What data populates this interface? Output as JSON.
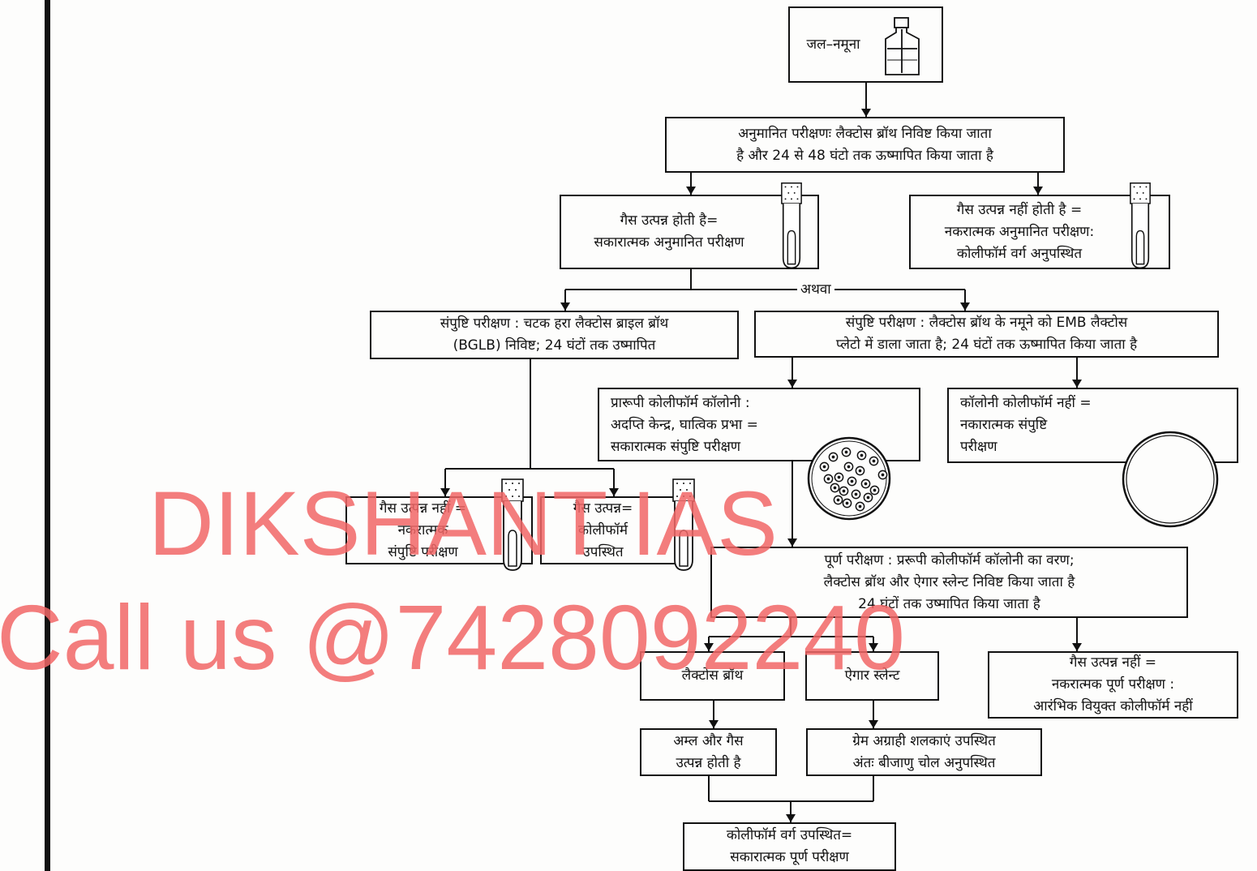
{
  "flowchart": {
    "water_sample": {
      "label": "जल–नमूना"
    },
    "presumptive_test": {
      "line1": "अनुमानित परीक्षणः लैक्टोस ब्रॉथ निविष्ट किया जाता",
      "line2": "है और 24 से 48 घंटो तक ऊष्मापित किया जाता है"
    },
    "presumptive_positive": {
      "line1": "गैस उत्पन्न होती है=",
      "line2": "सकारात्मक अनुमानित परीक्षण"
    },
    "presumptive_negative": {
      "line1": "गैस उत्पन्न नहीं होती है =",
      "line2": "नकरात्मक अनुमानित परीक्षण:",
      "line3": "कोलीफॉर्म वर्ग अनुपस्थित"
    },
    "or_label": "अथवा",
    "confirmed_test_bglb": {
      "line1": "संपुष्टि परीक्षण : चटक हरा लैक्टोस ब्राइल ब्रॉथ",
      "line2": "(BGLB) निविष्ट; 24 घंटों तक उष्मापित"
    },
    "confirmed_test_emb": {
      "line1": "संपुष्टि परीक्षण : लैक्टोस ब्रॉथ के नमूने को EMB लैक्टोस",
      "line2": "प्लेटो में डाला जाता है; 24 घंटों तक ऊष्मापित किया जाता है"
    },
    "typical_colony": {
      "line1": "प्रारूपी कोलीफॉर्म कॉलोनी :",
      "line2": "अदप्ति केन्द्र, घात्विक प्रभा =",
      "line3": "सकारात्मक संपुष्टि परीक्षण"
    },
    "no_coliform_colony": {
      "line1": "कॉलोनी कोलीफॉर्म नहीं =",
      "line2": "नकारात्मक संपुष्टि",
      "line3": "परीक्षण"
    },
    "bglb_no_gas": {
      "line1": "गैस उत्पन्न नहीं =",
      "line2": "नकरात्मक",
      "line3": "संपुष्टि परीक्षण"
    },
    "bglb_gas": {
      "line1": "गैस उत्पन्न=",
      "line2": "कोलीफॉर्म",
      "line3": "उपस्थित"
    },
    "completed_test": {
      "line1": "पूर्ण परीक्षण : प्ररूपी कोलीफॉर्म कॉलोनी का वरण;",
      "line2": "लैक्टोस ब्रॉथ और ऐगार स्लेन्ट निविष्ट किया जाता है",
      "line3": "24 घंटों तक उष्मापित किया जाता है"
    },
    "lactose_broth": {
      "label": "लैक्टोस ब्रॉथ"
    },
    "agar_slant": {
      "label": "ऐगार स्लेन्ट"
    },
    "completed_negative": {
      "line1": "गैस उत्पन्न नहीं =",
      "line2": "नकरात्मक पूर्ण परीक्षण :",
      "line3": "आरंभिक वियुक्त कोलीफॉर्म नहीं"
    },
    "acid_gas": {
      "line1": "अम्ल और गैस",
      "line2": "उत्पन्न होती है"
    },
    "gram_stain": {
      "line1": "ग्रेम अग्राही शलकाएं उपस्थित",
      "line2": "अंतः बीजाणु चोल अनुपस्थित"
    },
    "coliform_present": {
      "line1": "कोलीफॉर्म वर्ग उपस्थित=",
      "line2": "सकारात्मक पूर्ण परीक्षण"
    }
  },
  "watermark": {
    "line1": "DIKSHANT IAS",
    "line2": "Call us @7428092240"
  },
  "icons": {
    "sample": "water-bottle-icon",
    "tube": "test-tube-icon",
    "colony_plate": "petri-dish-icon",
    "empty_plate": "empty-petri-dish-icon"
  },
  "colors": {
    "ink": "#111111",
    "watermark": "#f26767",
    "paper": "#fdfdfc"
  }
}
